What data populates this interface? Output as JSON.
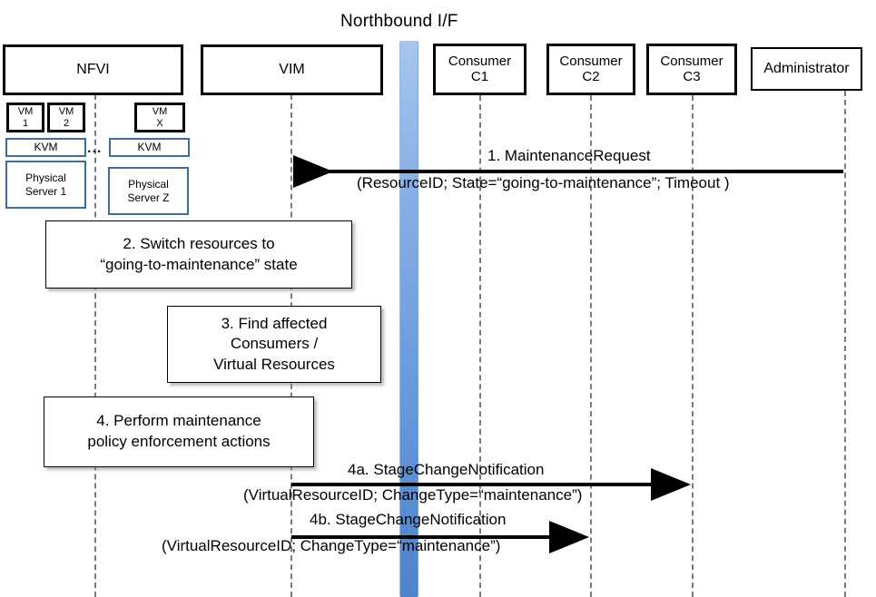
{
  "diagram": {
    "title": "Northbound I/F",
    "ellipsis": "..."
  },
  "actors": [
    {
      "name": "nfvi",
      "label": "NFVI"
    },
    {
      "name": "vim",
      "label": "VIM"
    },
    {
      "name": "consumer-c1",
      "label": "Consumer\nC1"
    },
    {
      "name": "consumer-c2",
      "label": "Consumer\nC2"
    },
    {
      "name": "consumer-c3",
      "label": "Consumer\nC3"
    },
    {
      "name": "administrator",
      "label": "Administrator"
    }
  ],
  "actor_labels": {
    "nfvi": "NFVI",
    "vim": "VIM",
    "consumer_c1_line1": "Consumer",
    "consumer_c1_line2": "C1",
    "consumer_c2_line1": "Consumer",
    "consumer_c2_line2": "C2",
    "consumer_c3_line1": "Consumer",
    "consumer_c3_line2": "C3",
    "administrator": "Administrator"
  },
  "nfvi_stack": {
    "vm1_line1": "VM",
    "vm1_line2": "1",
    "vm2_line1": "VM",
    "vm2_line2": "2",
    "vmx_line1": "VM",
    "vmx_line2": "X",
    "kvm_left": "KVM",
    "kvm_right": "KVM",
    "server_left_line1": "Physical",
    "server_left_line2": "Server 1",
    "server_right_line1": "Physical",
    "server_right_line2": "Server Z"
  },
  "notes": [
    {
      "id": "note-2",
      "line1": "2. Switch resources to",
      "line2": "“going-to-maintenance” state"
    },
    {
      "id": "note-3",
      "line1": "3. Find affected",
      "line2": "Consumers /",
      "line3": "Virtual Resources"
    },
    {
      "id": "note-4",
      "line1": "4. Perform maintenance",
      "line2": "policy enforcement actions"
    }
  ],
  "messages": [
    {
      "id": "msg-1",
      "label": "1.   MaintenanceRequest",
      "params": "(ResourceID; State=“going-to-maintenance”; Timeout )",
      "from": "administrator",
      "to": "vim",
      "direction": "right-to-left"
    },
    {
      "id": "msg-4a",
      "label": "4a. StageChangeNotification",
      "params": "(VirtualResourceID; ChangeType=“maintenance”)",
      "from": "vim",
      "to": "consumer-c3",
      "direction": "left-to-right"
    },
    {
      "id": "msg-4b",
      "label": "4b. StageChangeNotification",
      "params": "(VirtualResourceID; ChangeType=“maintenance”)",
      "from": "vim",
      "to": "consumer-c2",
      "direction": "left-to-right"
    }
  ],
  "colors": {
    "northbound_bar_top": "#a7c6ef",
    "northbound_bar_bottom": "#4f83cb",
    "inner_box_border": "#3e6d9a",
    "lifeline": "#7b7b7b",
    "arrow": "#000000"
  }
}
